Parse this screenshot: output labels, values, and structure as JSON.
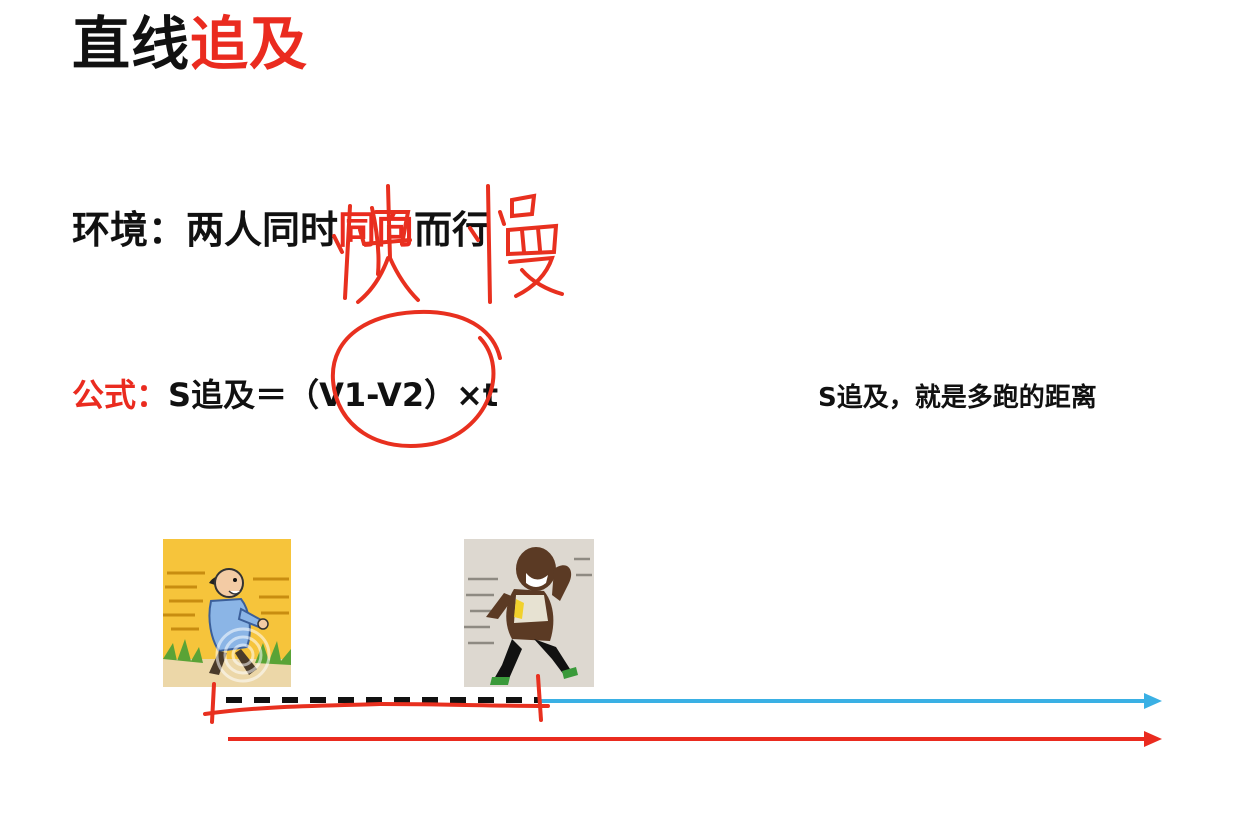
{
  "title": {
    "part1": "直线",
    "part2": "追及"
  },
  "environment": {
    "prefix": "环境：两人同时",
    "highlight": "同向",
    "suffix": "而行"
  },
  "formula": {
    "label": "公式：",
    "expression": "S追及＝（V1-V2）×t"
  },
  "note": "S追及，就是多跑的距离",
  "handwriting": {
    "word1": "快",
    "word2": "慢"
  },
  "colors": {
    "accent_red": "#ea2b1f",
    "blue_arrow": "#3ab0e4",
    "red_arrow": "#ea2b1f",
    "ink": "#e8301f"
  }
}
